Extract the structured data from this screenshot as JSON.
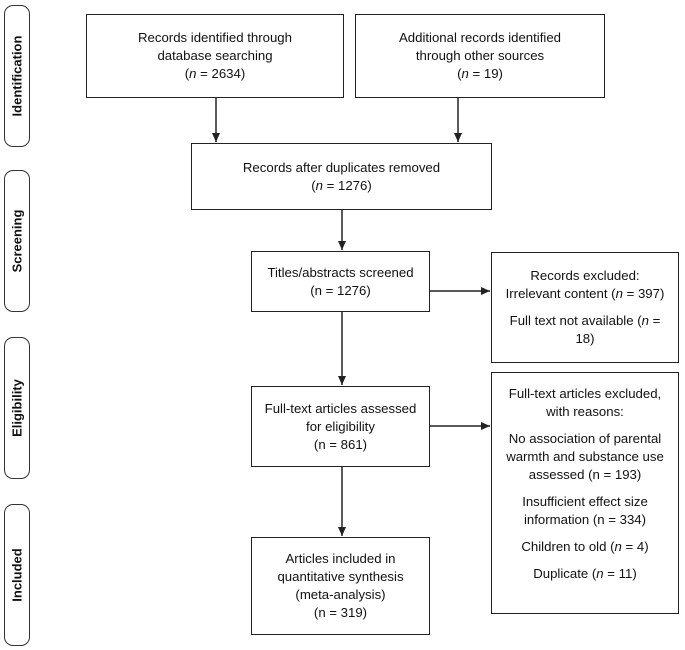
{
  "phases": {
    "identification": "Identification",
    "screening": "Screening",
    "eligibility": "Eligibility",
    "included": "Included"
  },
  "boxes": {
    "db_search": {
      "line1": "Records identified through",
      "line2": "database searching",
      "n_open": "(",
      "n_sym": "n",
      "n_rest": " = 2634)"
    },
    "other_sources": {
      "line1": "Additional records identified",
      "line2": "through other sources",
      "n_open": "(",
      "n_sym": "n",
      "n_rest": " = 19)"
    },
    "duplicates_removed": {
      "line1": "Records after duplicates removed",
      "n_open": "(",
      "n_sym": "n",
      "n_rest": " = 1276)"
    },
    "screened": {
      "line1": "Titles/abstracts screened",
      "line2": "(n = 1276)"
    },
    "records_excluded": {
      "title": "Records excluded:",
      "r1_pre": "Irrelevant content (",
      "r1_sym": "n",
      "r1_post": " = 397)",
      "r2_pre": "Full text not available (",
      "r2_sym": "n",
      "r2_post": " =",
      "r2_line2": "18)"
    },
    "fulltext_assessed": {
      "line1": "Full-text articles assessed",
      "line2": "for eligibility",
      "line3": "(n = 861)"
    },
    "fulltext_excluded": {
      "title1": "Full-text articles excluded,",
      "title2": "with reasons:",
      "r1_l1": "No association of parental",
      "r1_l2": "warmth and substance use",
      "r1_l3": "assessed (n = 193)",
      "r2_l1": "Insufficient effect size",
      "r2_l2": "information (n = 334)",
      "r3_pre": "Children to old (",
      "r3_sym": "n",
      "r3_post": " = 4)",
      "r4_pre": "Duplicate (",
      "r4_sym": "n",
      "r4_post": " = 11)"
    },
    "included": {
      "line1": "Articles included in",
      "line2": "quantitative synthesis",
      "line3": "(meta-analysis)",
      "line4": "(n = 319)"
    }
  },
  "colors": {
    "line": "#222222"
  }
}
